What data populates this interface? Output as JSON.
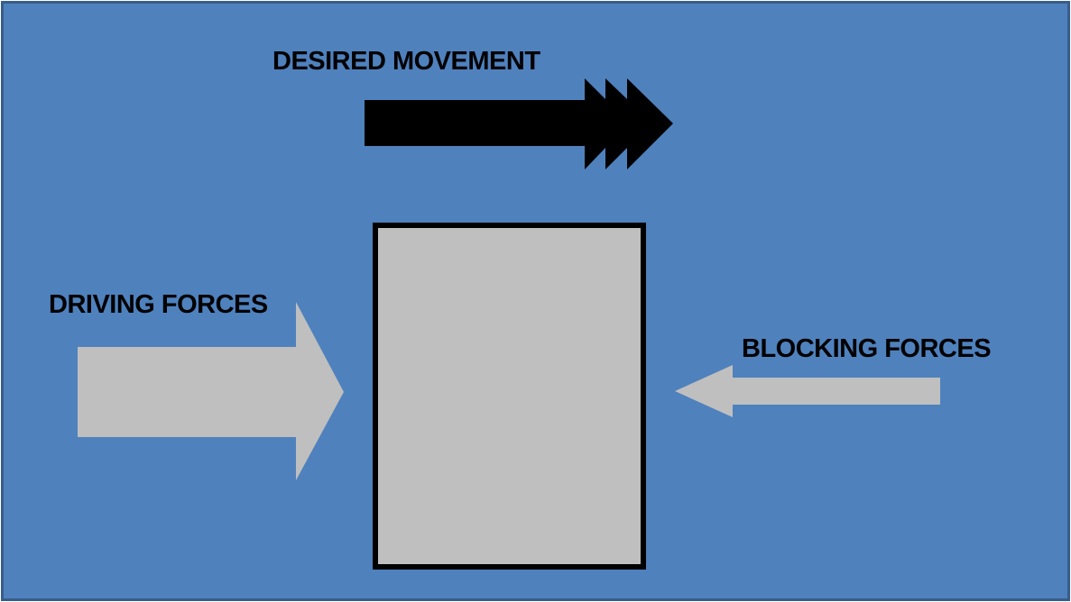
{
  "labels": {
    "desired_movement": "DESIRED MOVEMENT",
    "driving_forces": "DRIVING FORCES",
    "blocking_forces": "BLOCKING FORCES"
  },
  "colors": {
    "background": "#4f81bd",
    "border": "#385d8a",
    "box_fill": "#bfbfbf",
    "force_arrows": "#bfbfbf",
    "movement_arrow": "#000000"
  }
}
